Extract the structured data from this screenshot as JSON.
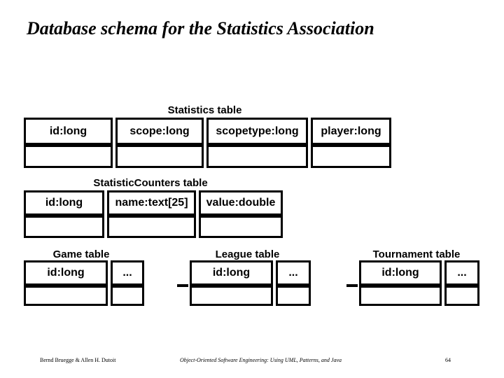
{
  "title": "Database schema for the Statistics Association",
  "colors": {
    "background": "#ffffff",
    "foreground": "#000000"
  },
  "tables": {
    "statistics": {
      "label": "Statistics table",
      "columns": [
        "id:long",
        "scope:long",
        "scopetype:long",
        "player:long"
      ]
    },
    "statistic_counters": {
      "label": "StatisticCounters table",
      "columns": [
        "id:long",
        "name:text[25]",
        "value:double"
      ]
    },
    "game": {
      "label": "Game table",
      "columns": [
        "id:long",
        "..."
      ]
    },
    "league": {
      "label": "League table",
      "columns": [
        "id:long",
        "..."
      ]
    },
    "tournament": {
      "label": "Tournament table",
      "columns": [
        "id:long",
        "..."
      ]
    }
  },
  "footer": {
    "authors": "Bernd Bruegge & Allen H. Dutoit",
    "book_title": "Object-Oriented Software Engineering: Using UML, Patterns, and Java",
    "page_number": "64"
  }
}
